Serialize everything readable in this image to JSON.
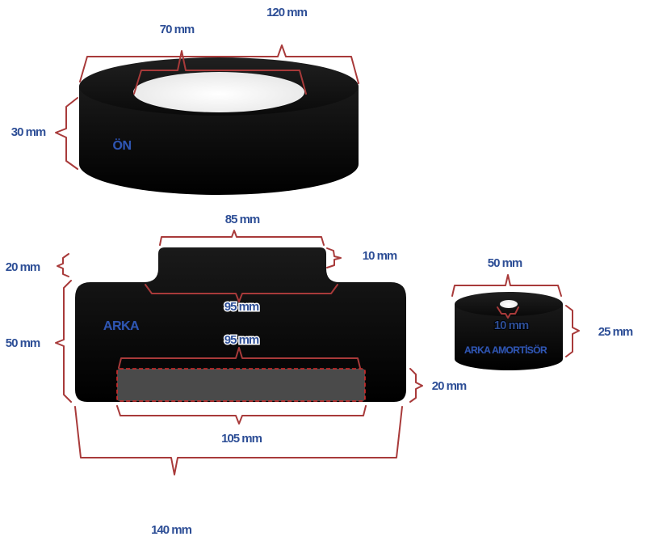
{
  "front": {
    "outer_width": "120 mm",
    "inner_width": "70 mm",
    "height": "30 mm",
    "tag": "ÖN"
  },
  "back": {
    "tag": "ARKA",
    "top_tab_width": "85 mm",
    "top_tab_height": "10 mm",
    "step_height": "20 mm",
    "body_height": "50 mm",
    "neck_width": "95 mm",
    "slot_width_top": "95 mm",
    "slot_height": "20 mm",
    "slot_width_bottom": "105 mm",
    "overall_width": "140 mm"
  },
  "damper": {
    "outer_width": "50 mm",
    "hole_width": "10 mm",
    "height": "25 mm",
    "tag": "ARKA AMORTİSÖR"
  },
  "colors": {
    "body": "#000000",
    "slot": "#4a4a4a",
    "slot_outline": "#d62b2b",
    "bracket": "#a83a3a",
    "label": "#2d4e96"
  }
}
